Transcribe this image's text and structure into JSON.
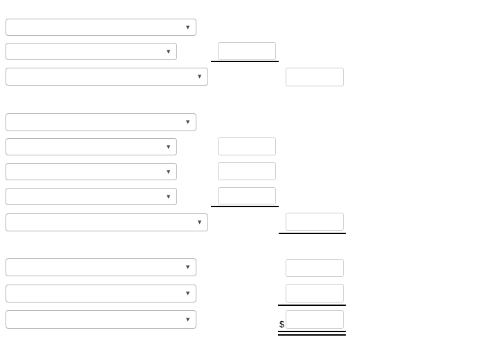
{
  "icons": {
    "dropdown_arrow": "▼"
  },
  "colors": {
    "background": "#ffffff",
    "select_border": "#b2b2b2",
    "input_border": "#cbcbcb",
    "arrow": "#4a4a4a",
    "underline": "#000000"
  },
  "form": {
    "currency_symbol": "$",
    "selects": [
      {
        "id": "select-1",
        "value": ""
      },
      {
        "id": "select-2",
        "value": ""
      },
      {
        "id": "select-3",
        "value": ""
      },
      {
        "id": "select-4",
        "value": ""
      },
      {
        "id": "select-5",
        "value": ""
      },
      {
        "id": "select-6",
        "value": ""
      },
      {
        "id": "select-7",
        "value": ""
      },
      {
        "id": "select-8",
        "value": ""
      },
      {
        "id": "select-9",
        "value": ""
      },
      {
        "id": "select-10",
        "value": ""
      },
      {
        "id": "select-11",
        "value": ""
      }
    ],
    "inputs": [
      {
        "id": "input-1",
        "value": "",
        "placeholder": ""
      },
      {
        "id": "input-2",
        "value": "",
        "placeholder": ""
      },
      {
        "id": "input-3",
        "value": "",
        "placeholder": ""
      },
      {
        "id": "input-4",
        "value": "",
        "placeholder": ""
      },
      {
        "id": "input-5",
        "value": "",
        "placeholder": ""
      },
      {
        "id": "input-6",
        "value": "",
        "placeholder": ""
      },
      {
        "id": "input-7",
        "value": "",
        "placeholder": ""
      },
      {
        "id": "input-8",
        "value": "",
        "placeholder": ""
      },
      {
        "id": "input-9",
        "value": "",
        "placeholder": ""
      }
    ]
  }
}
